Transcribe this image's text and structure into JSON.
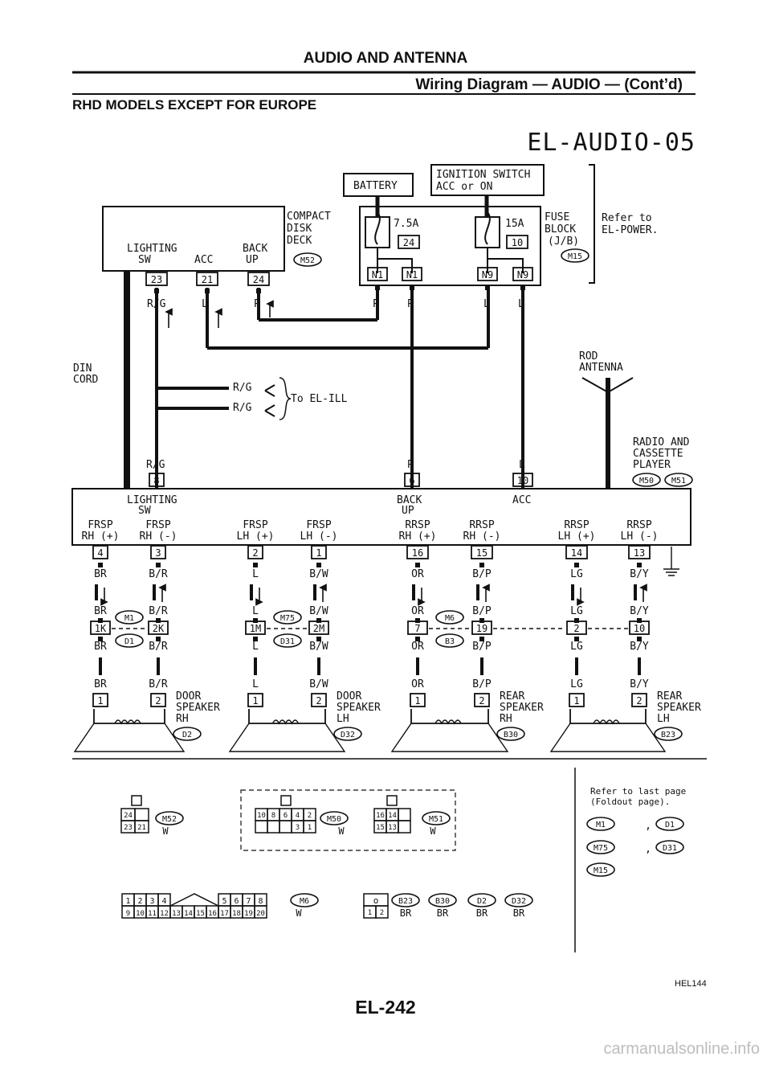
{
  "header": {
    "title": "AUDIO AND ANTENNA",
    "subtitle": "Wiring Diagram — AUDIO — (Cont’d)",
    "models": "RHD MODELS EXCEPT FOR EUROPE",
    "diagram_code": "EL-AUDIO-05"
  },
  "power": {
    "battery": "BATTERY",
    "ign1": "IGNITION SWITCH",
    "ign2": "ACC or ON",
    "fuse1_amp": "7.5A",
    "fuse1_num": "24",
    "fuse2_amp": "15A",
    "fuse2_num": "10",
    "fb1": "FUSE",
    "fb2": "BLOCK",
    "fb3": "(J/B)",
    "fb_conn": "M15",
    "ref1": "Refer to",
    "ref2": "EL-POWER.",
    "n1a": "N1",
    "n1b": "N1",
    "n9a": "N9",
    "n9b": "N9"
  },
  "deck": {
    "c1": "COMPACT",
    "c2": "DISK",
    "c3": "DECK",
    "conn": "M52",
    "light1": "LIGHTING",
    "light2": "SW",
    "acc": "ACC",
    "back1": "BACK",
    "back2": "UP",
    "p23": "23",
    "p21": "21",
    "p24": "24"
  },
  "wires": {
    "rg": "R/G",
    "l": "L",
    "p": "P",
    "to_ill": "To EL-ILL",
    "din1": "DIN",
    "din2": "CORD"
  },
  "antenna": {
    "a1": "ROD",
    "a2": "ANTENNA"
  },
  "radio": {
    "r1": "RADIO AND",
    "r2": "CASSETTE",
    "r3": "PLAYER",
    "conn1": "M50",
    "conn2": "M51",
    "p8": "8",
    "p6": "6",
    "p10": "10",
    "light1": "LIGHTING",
    "light2": "SW",
    "back1": "BACK",
    "back2": "UP",
    "acc": "ACC"
  },
  "outputs": [
    {
      "l1": "FRSP",
      "l2": "RH (+)",
      "pin": "4",
      "c1": "BR",
      "c2": "BR",
      "jpin": "1K",
      "c3": "BR",
      "c4": "BR",
      "spin": "1"
    },
    {
      "l1": "FRSP",
      "l2": "RH (-)",
      "pin": "3",
      "c1": "B/R",
      "c2": "B/R",
      "jpin": "2K",
      "c3": "B/R",
      "c4": "B/R",
      "spin": "2"
    },
    {
      "l1": "FRSP",
      "l2": "LH (+)",
      "pin": "2",
      "c1": "L",
      "c2": "L",
      "jpin": "1M",
      "c3": "L",
      "c4": "L",
      "spin": "1"
    },
    {
      "l1": "FRSP",
      "l2": "LH (-)",
      "pin": "1",
      "c1": "B/W",
      "c2": "B/W",
      "jpin": "2M",
      "c3": "B/W",
      "c4": "B/W",
      "spin": "2"
    },
    {
      "l1": "RRSP",
      "l2": "RH (+)",
      "pin": "16",
      "c1": "OR",
      "c2": "OR",
      "jpin": "7",
      "c3": "OR",
      "c4": "OR",
      "spin": "1"
    },
    {
      "l1": "RRSP",
      "l2": "RH (-)",
      "pin": "15",
      "c1": "B/P",
      "c2": "B/P",
      "jpin": "19",
      "c3": "B/P",
      "c4": "B/P",
      "spin": "2"
    },
    {
      "l1": "RRSP",
      "l2": "LH (+)",
      "pin": "14",
      "c1": "LG",
      "c2": "LG",
      "jpin": "2",
      "c3": "LG",
      "c4": "LG",
      "spin": "1"
    },
    {
      "l1": "RRSP",
      "l2": "LH (-)",
      "pin": "13",
      "c1": "B/Y",
      "c2": "B/Y",
      "jpin": "10",
      "c3": "B/Y",
      "c4": "B/Y",
      "spin": "2"
    }
  ],
  "joints": [
    {
      "top": "M1",
      "bottom": "D1"
    },
    {
      "top": "M75",
      "bottom": "D31"
    },
    {
      "top": "M6",
      "bottom": "B3"
    }
  ],
  "speakers": [
    {
      "n1": "DOOR",
      "n2": "SPEAKER",
      "n3": "RH",
      "conn": "D2"
    },
    {
      "n1": "DOOR",
      "n2": "SPEAKER",
      "n3": "LH",
      "conn": "D32"
    },
    {
      "n1": "REAR",
      "n2": "SPEAKER",
      "n3": "RH",
      "conn": "B30"
    },
    {
      "n1": "REAR",
      "n2": "SPEAKER",
      "n3": "LH",
      "conn": "B23"
    }
  ],
  "connectors": {
    "m52_conn": "M52",
    "m52_color": "W",
    "m52_cells": [
      "24",
      "",
      "23",
      "21"
    ],
    "m50_conn": "M50",
    "m50_color": "W",
    "m50_top": [
      "10",
      "8",
      "6",
      "4",
      "2"
    ],
    "m50_bot": [
      "",
      "",
      "",
      "3",
      "1"
    ],
    "m51_conn": "M51",
    "m51_color": "W",
    "m51_cells": [
      "16",
      "14",
      "",
      "15",
      "13",
      ""
    ],
    "m6_conn": "M6",
    "m6_color": "W",
    "m6_top": [
      "1",
      "2",
      "3",
      "4",
      "5",
      "6",
      "7",
      "8"
    ],
    "m6_bot": [
      "9",
      "10",
      "11",
      "12",
      "13",
      "14",
      "15",
      "16",
      "17",
      "18",
      "19",
      "20"
    ],
    "spk_top": "o",
    "spk_cells": [
      "1",
      "2"
    ],
    "spk_conns": [
      "B23",
      "B30",
      "D2",
      "D32"
    ],
    "spk_colors": [
      "BR",
      "BR",
      "BR",
      "BR"
    ],
    "fold1": "Refer to last page",
    "fold2": "(Foldout page).",
    "fold_conns": [
      "M1",
      "D1",
      "M75",
      "D31",
      "M15"
    ]
  },
  "footer": {
    "page": "EL-242",
    "ref": "HEL144",
    "watermark": "carmanualsonline.info"
  }
}
